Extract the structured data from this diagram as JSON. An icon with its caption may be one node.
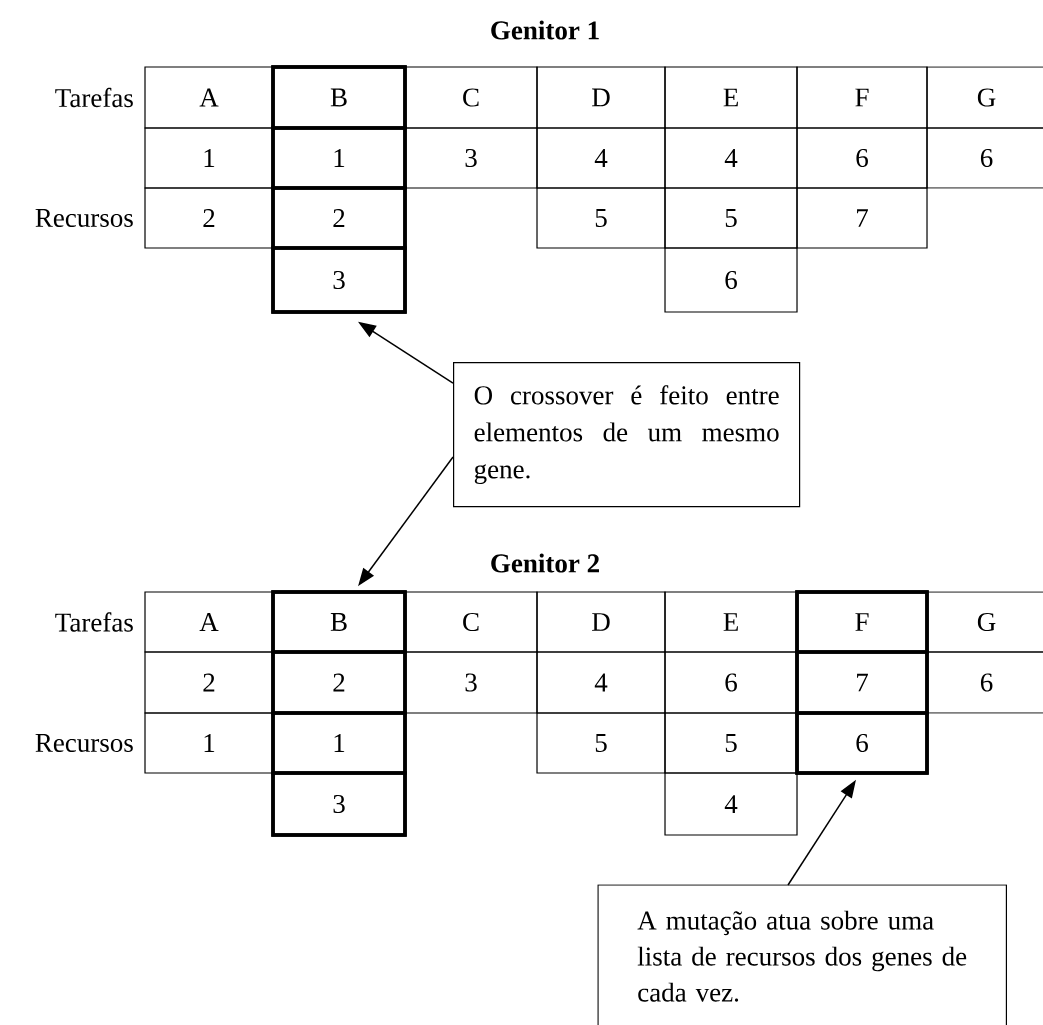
{
  "diagram": {
    "nodes": [
      {
        "text": [],
        "shape": "box"
      },
      {
        "text": [
          "O crossover é feito entre elementos de um mesmo gene."
        ]
      },
      {
        "text": [],
        "shape": "box"
      },
      {
        "text": [],
        "shape": "box"
      },
      {
        "text": [
          "A mutação atua sobre uma lista de recursos dos genes de cada vez."
        ]
      }
    ],
    "edges": [
      {
        "from": 1,
        "to": 0,
        "arrow": "to"
      },
      {
        "from": 1,
        "to": 2,
        "arrow": "to"
      },
      {
        "from": 4,
        "to": 3,
        "arrow": "to"
      }
    ],
    "labels": [
      "Genitor 1",
      "Tarefas",
      "A",
      "B",
      "C",
      "D",
      "E",
      "F",
      "G",
      "1",
      "1",
      "3",
      "4",
      "4",
      "6",
      "6",
      "Recursos",
      "2",
      "2",
      "5",
      "5",
      "7",
      "3",
      "6",
      "Genitor 2",
      "Tarefas",
      "A",
      "B",
      "C",
      "D",
      "E",
      "F",
      "G",
      "2",
      "2",
      "3",
      "4",
      "6",
      "7",
      "6",
      "Recursos",
      "1",
      "1",
      "5",
      "5",
      "6",
      "3",
      "4"
    ]
  }
}
